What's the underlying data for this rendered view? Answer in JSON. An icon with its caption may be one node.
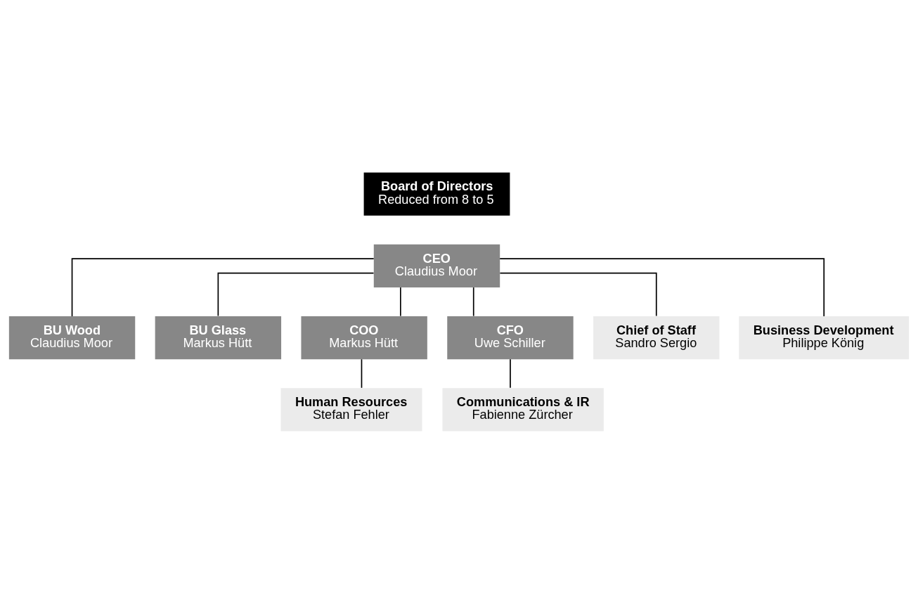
{
  "diagram": {
    "nodes": [
      {
        "text": [
          "Board of Directors",
          "Reduced from 8 to 5"
        ]
      },
      {
        "text": [
          "CEO",
          "Claudius Moor"
        ]
      },
      {
        "text": [
          "BU Wood",
          "Claudius Moor"
        ]
      },
      {
        "text": [
          "BU Glass",
          "Markus Hütt"
        ]
      },
      {
        "text": [
          "COO",
          "Markus Hütt"
        ]
      },
      {
        "text": [
          "CFO",
          "Uwe Schiller"
        ]
      },
      {
        "text": [
          "Chief of Staff",
          "Sandro Sergio"
        ]
      },
      {
        "text": [
          "Business Development",
          "Philippe König"
        ]
      },
      {
        "text": [
          "Human Resources",
          "Stefan Fehler"
        ]
      },
      {
        "text": [
          "Communications & IR",
          "Fabienne Zürcher"
        ]
      }
    ],
    "edges": [
      {
        "from": 1,
        "to": 2,
        "arrow": "none"
      },
      {
        "from": 1,
        "to": 3,
        "arrow": "none"
      },
      {
        "from": 1,
        "to": 4,
        "arrow": "none"
      },
      {
        "from": 1,
        "to": 5,
        "arrow": "none"
      },
      {
        "from": 1,
        "to": 6,
        "arrow": "none"
      },
      {
        "from": 1,
        "to": 7,
        "arrow": "none"
      },
      {
        "from": 4,
        "to": 8,
        "arrow": "none"
      },
      {
        "from": 5,
        "to": 9,
        "arrow": "none"
      }
    ]
  }
}
